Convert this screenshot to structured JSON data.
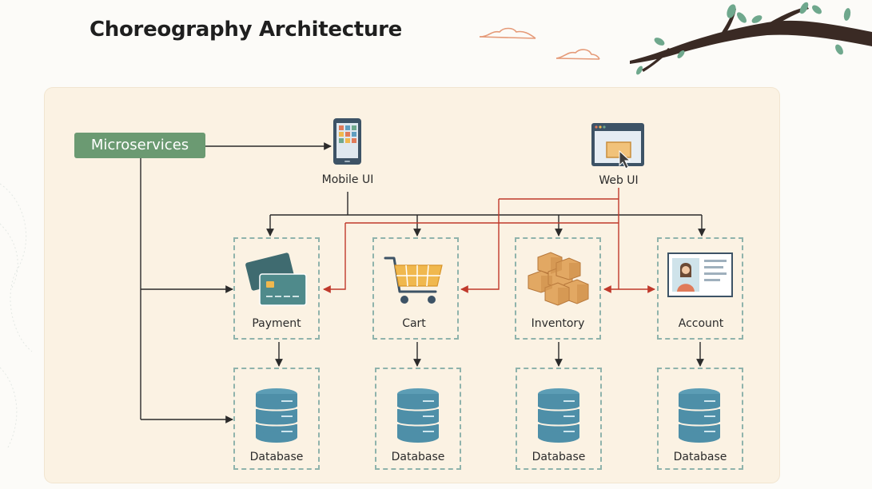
{
  "title": "Choreography Architecture",
  "microservices_label": "Microservices",
  "mobile_ui_label": "Mobile UI",
  "web_ui_label": "Web UI",
  "services": [
    {
      "label": "Payment"
    },
    {
      "label": "Cart"
    },
    {
      "label": "Inventory"
    },
    {
      "label": "Account"
    }
  ],
  "databases": [
    {
      "label": "Database"
    },
    {
      "label": "Database"
    },
    {
      "label": "Database"
    },
    {
      "label": "Database"
    }
  ],
  "colors": {
    "accent_green": "#6b9a72",
    "arrow_dark": "#2b2b2b",
    "arrow_red": "#c0392b",
    "panel_bg": "#fbf2e3",
    "dash_teal": "#8fb3ac",
    "db_blue": "#4e8fa8"
  }
}
